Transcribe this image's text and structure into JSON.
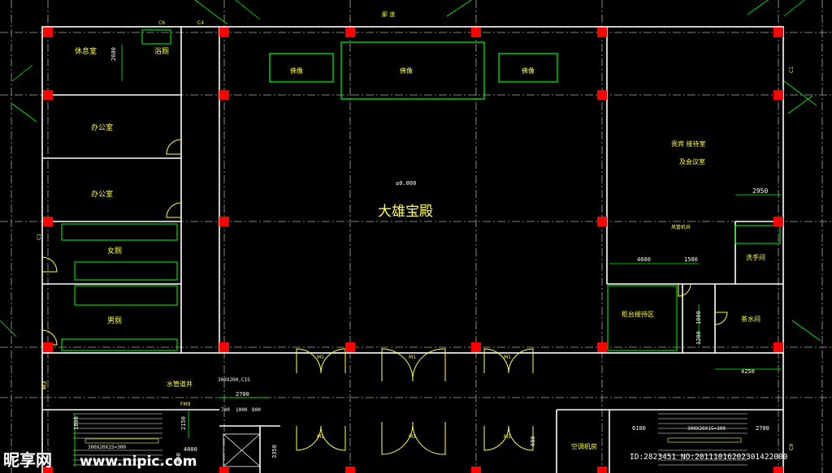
{
  "rooms": {
    "main_hall": "大雄宝殿",
    "rest": "休息室",
    "bath": "浴厕",
    "office1": "办公室",
    "office2": "办公室",
    "women_wc": "女厕",
    "men_wc": "男厕",
    "reception": "贵宾  接待室",
    "meeting": "及会议室",
    "washroom": "洗手间",
    "tea": "茶水间",
    "front_desk": "柜台接待区",
    "aircon": "空调机房",
    "buddha_left": "佛像",
    "buddha_center": "佛像",
    "buddha_right": "佛像",
    "corridor": "廊  道",
    "duct": "水管道井",
    "vent": "风管机井"
  },
  "elevation": "±0.000",
  "dims": {
    "d2950": "2950",
    "d4600": "4600",
    "d1500": "1500",
    "d4250": "4250",
    "d2700": "2700",
    "d2600": "2600",
    "d1800": "1800",
    "d2150": "2150",
    "d4000": "4000",
    "d3350": "3350",
    "d600": "600",
    "d1200": "1200",
    "d2000": "2000",
    "d800": "800",
    "d1000": "1000",
    "d700": "700",
    "d6100": "6100",
    "stair": "300X20X15=300",
    "duct_size": "300X200,C15"
  },
  "door_labels": {
    "m1": "M1",
    "m3": "M3",
    "fm": "FM9",
    "c1": "C1",
    "c6": "C6",
    "c4": "C4",
    "c9": "C9"
  },
  "watermark": {
    "site": "昵享网",
    "url": "www.nipic.com",
    "id": "ID:2823451 NO:20111016202301422000"
  },
  "colors": {
    "background": "#000000",
    "wall": "#ffffff",
    "column": "#ff0000",
    "fixture": "#00ff00",
    "axis": "#bfbfbf",
    "door": "#ffff4d",
    "dimension": "#00ff00",
    "text": "#ffff4d"
  }
}
